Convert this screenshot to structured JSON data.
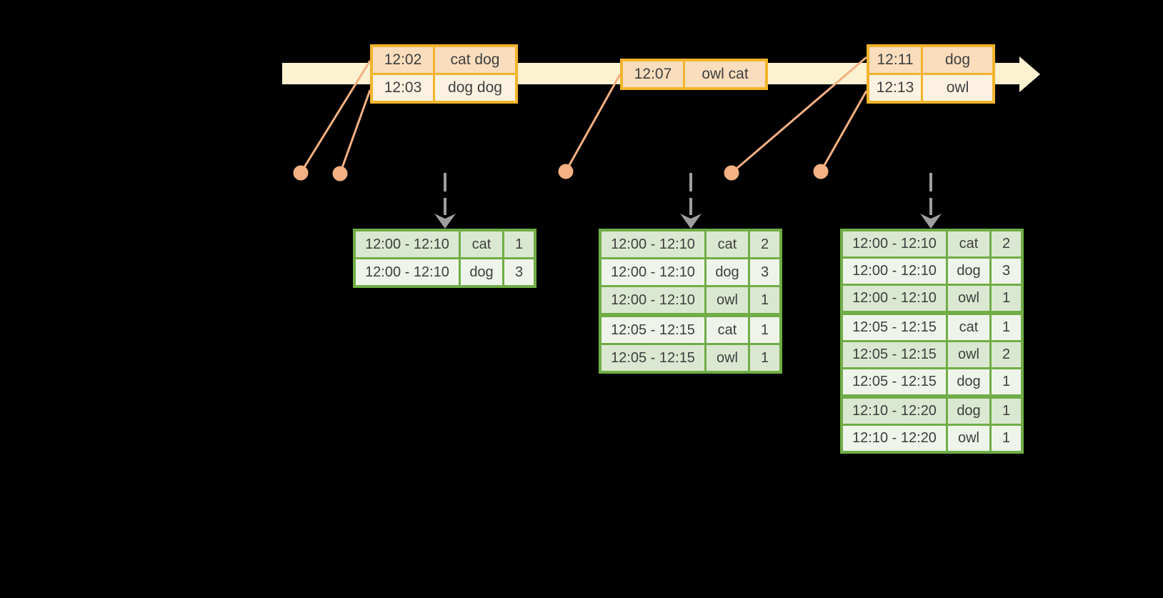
{
  "colors": {
    "background": "#000000",
    "timeline_fill": "#FCF2D2",
    "event_table_border": "#F2B42B",
    "event_row_peach": "#F9DDBD",
    "event_row_cream": "#FDF2E1",
    "marker_salmon": "#F4B183",
    "result_table_border": "#70AD47",
    "result_row_dark": "#DBE8D1",
    "result_row_light": "#EFF4EB",
    "trigger_arrow_gray": "#9E9E9E",
    "text": "#3E3E3E"
  },
  "icons": {
    "timeline_arrow": "right-arrowhead",
    "event_markers": "salmon-dot",
    "trigger_arrows": "dashed-down-arrow"
  },
  "event_tables": [
    {
      "rows": [
        {
          "time": "12:02",
          "words": "cat dog"
        },
        {
          "time": "12:03",
          "words": "dog dog"
        }
      ]
    },
    {
      "rows": [
        {
          "time": "12:07",
          "words": "owl cat"
        }
      ]
    },
    {
      "rows": [
        {
          "time": "12:11",
          "words": "dog"
        },
        {
          "time": "12:13",
          "words": "owl"
        }
      ]
    }
  ],
  "result_tables": [
    {
      "rows": [
        {
          "window": "12:00 - 12:10",
          "word": "cat",
          "count": "1"
        },
        {
          "window": "12:00 - 12:10",
          "word": "dog",
          "count": "3"
        }
      ]
    },
    {
      "rows": [
        {
          "window": "12:00 - 12:10",
          "word": "cat",
          "count": "2"
        },
        {
          "window": "12:00 - 12:10",
          "word": "dog",
          "count": "3"
        },
        {
          "window": "12:00 - 12:10",
          "word": "owl",
          "count": "1"
        },
        {
          "window": "12:05 - 12:15",
          "word": "cat",
          "count": "1"
        },
        {
          "window": "12:05 - 12:15",
          "word": "owl",
          "count": "1"
        }
      ]
    },
    {
      "rows": [
        {
          "window": "12:00 - 12:10",
          "word": "cat",
          "count": "2"
        },
        {
          "window": "12:00 - 12:10",
          "word": "dog",
          "count": "3"
        },
        {
          "window": "12:00 - 12:10",
          "word": "owl",
          "count": "1"
        },
        {
          "window": "12:05 - 12:15",
          "word": "cat",
          "count": "1"
        },
        {
          "window": "12:05 - 12:15",
          "word": "owl",
          "count": "2"
        },
        {
          "window": "12:05 - 12:15",
          "word": "dog",
          "count": "1"
        },
        {
          "window": "12:10 - 12:20",
          "word": "dog",
          "count": "1"
        },
        {
          "window": "12:10 - 12:20",
          "word": "owl",
          "count": "1"
        }
      ]
    }
  ]
}
